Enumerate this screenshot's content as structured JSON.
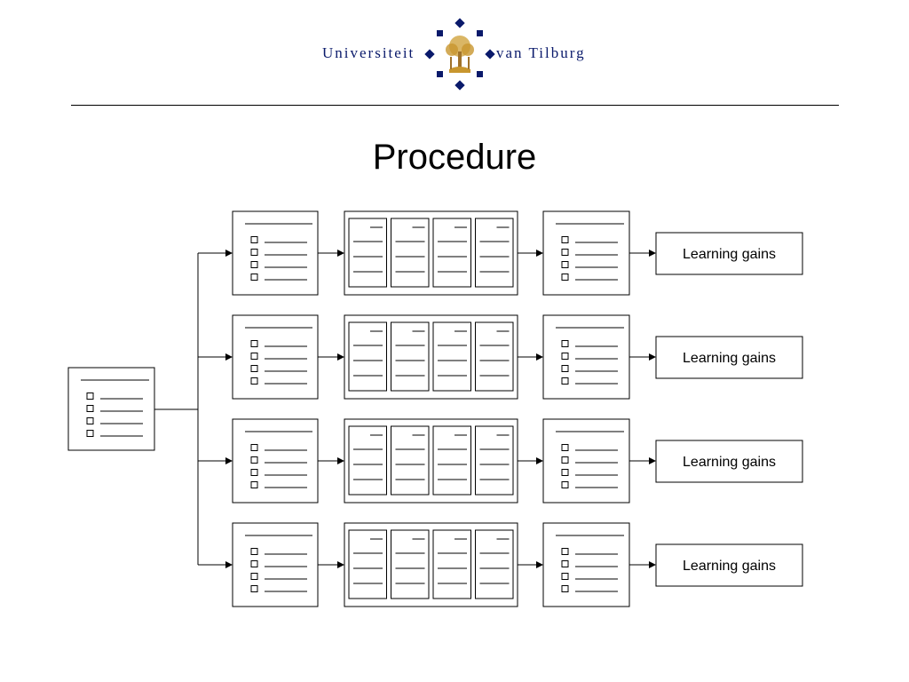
{
  "header": {
    "institution_left": "Universiteit",
    "institution_right": "van Tilburg",
    "logo_icon": "tree-seal-icon",
    "brand_color": "#0a1a6b",
    "accent_color": "#b8860b"
  },
  "title": "Procedure",
  "diagram": {
    "rows": [
      {
        "outcome": "Learning gains"
      },
      {
        "outcome": "Learning gains"
      },
      {
        "outcome": "Learning gains"
      },
      {
        "outcome": "Learning gains"
      }
    ]
  }
}
